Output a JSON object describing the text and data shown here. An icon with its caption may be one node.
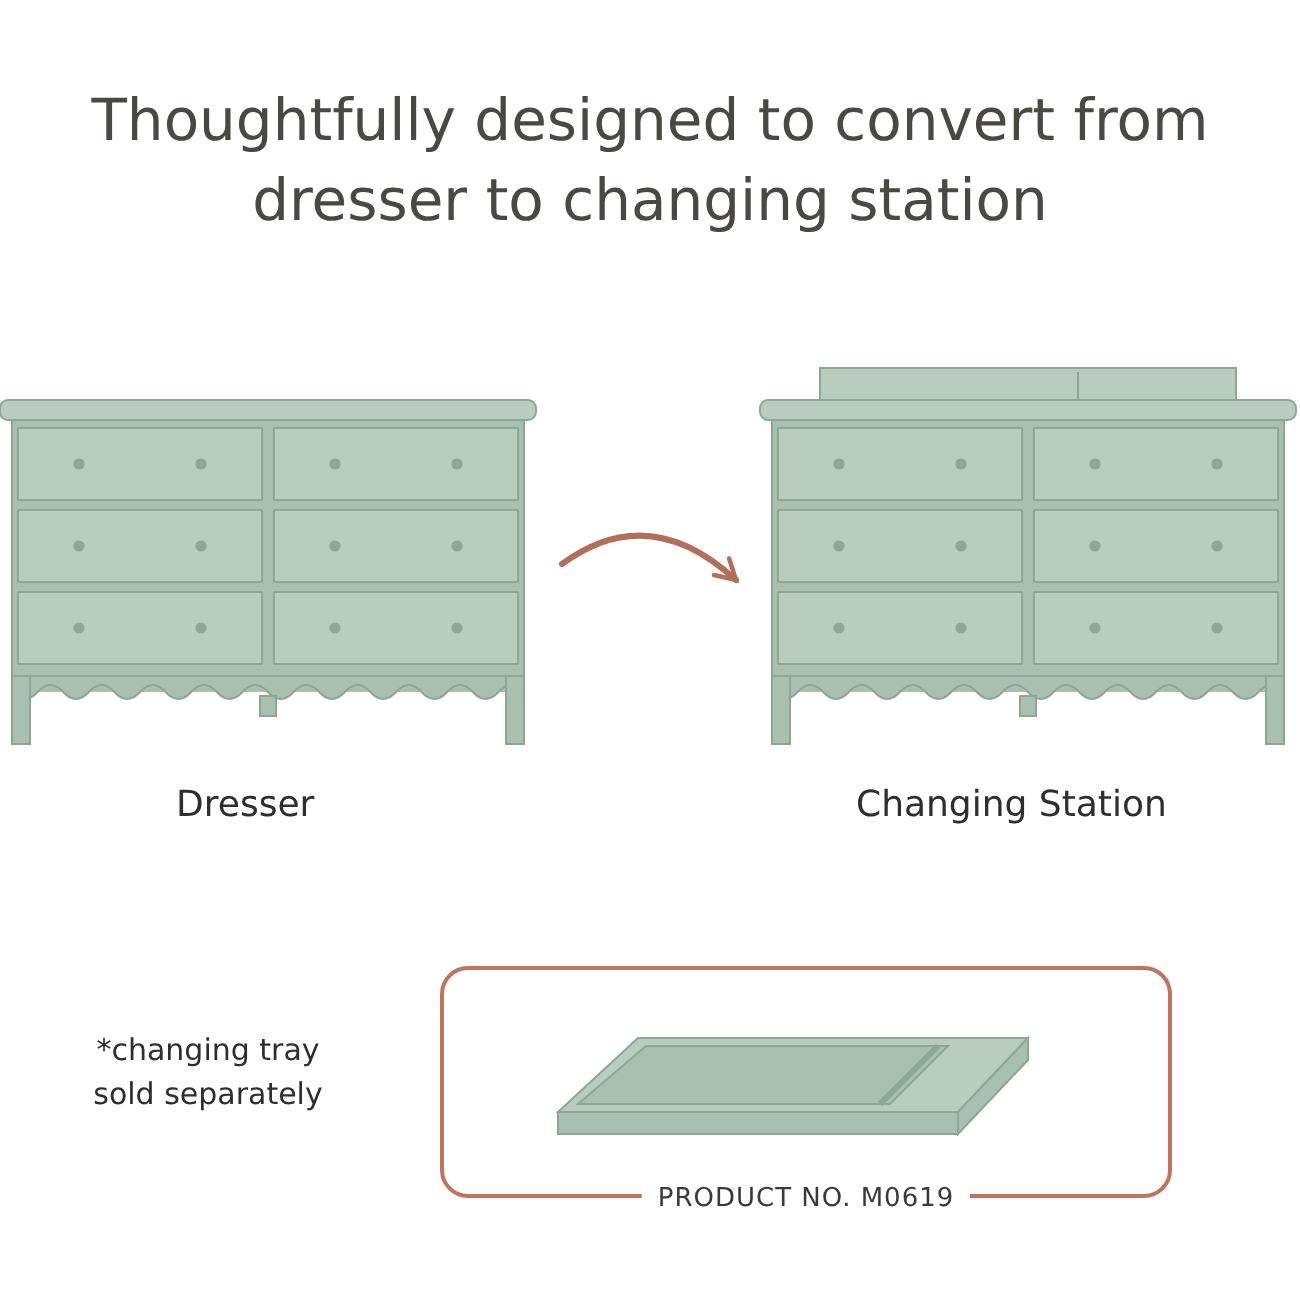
{
  "diagram": {
    "title": "Thoughtfully designed to convert from dresser to changing station",
    "nodes": [
      {
        "text": [],
        "shape": "picture",
        "beside": [
          "Dresser"
        ]
      },
      {
        "text": [],
        "shape": "picture",
        "beside": [
          "Changing Station"
        ]
      },
      {
        "text": [
          "PRODUCT NO. M0619"
        ]
      }
    ],
    "edges": [
      {
        "from": 0,
        "to": 1,
        "arrow": "to",
        "color": "#b06e5b"
      }
    ],
    "labels": [
      "*changing tray sold separately"
    ]
  }
}
